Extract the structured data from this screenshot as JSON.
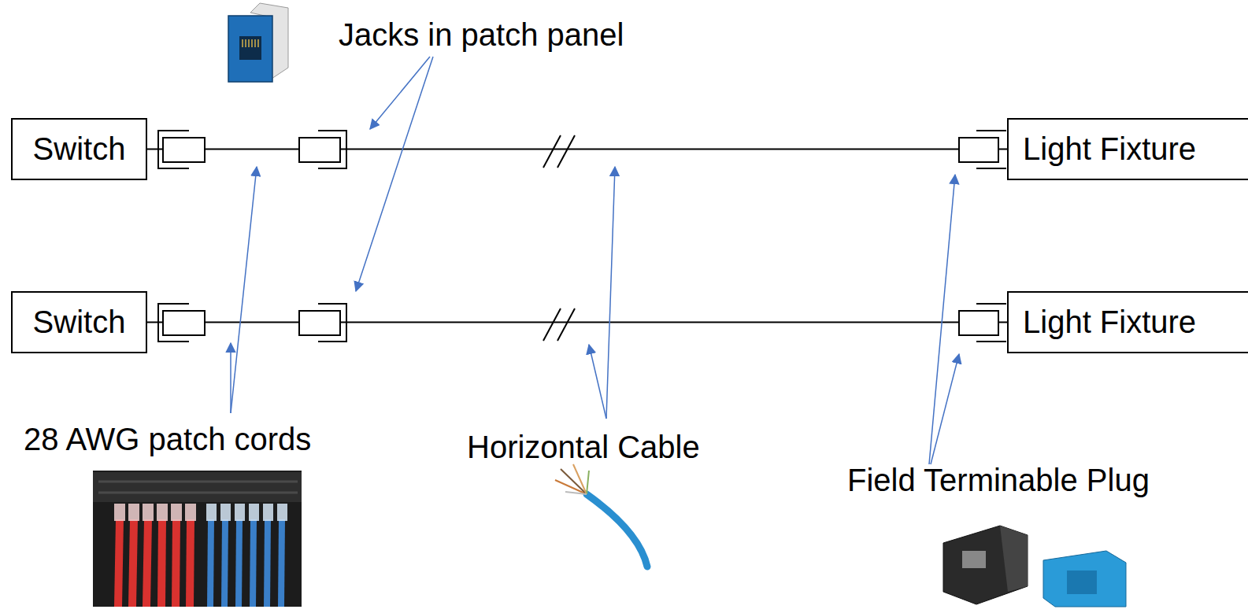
{
  "diagram": {
    "nodes": [
      {
        "text": [
          "Switch"
        ]
      },
      {
        "text": [
          "Light Fixture"
        ]
      },
      {
        "text": [
          "Switch"
        ]
      },
      {
        "text": [
          "Light Fixture"
        ]
      }
    ],
    "edges": [
      {
        "from": 0,
        "to": 1,
        "arrow": "none"
      },
      {
        "from": 2,
        "to": 3,
        "arrow": "none"
      }
    ],
    "labels": [
      "Jacks in patch panel",
      "28 AWG patch cords",
      "Horizontal Cable",
      "Field Terminable Plug"
    ]
  }
}
